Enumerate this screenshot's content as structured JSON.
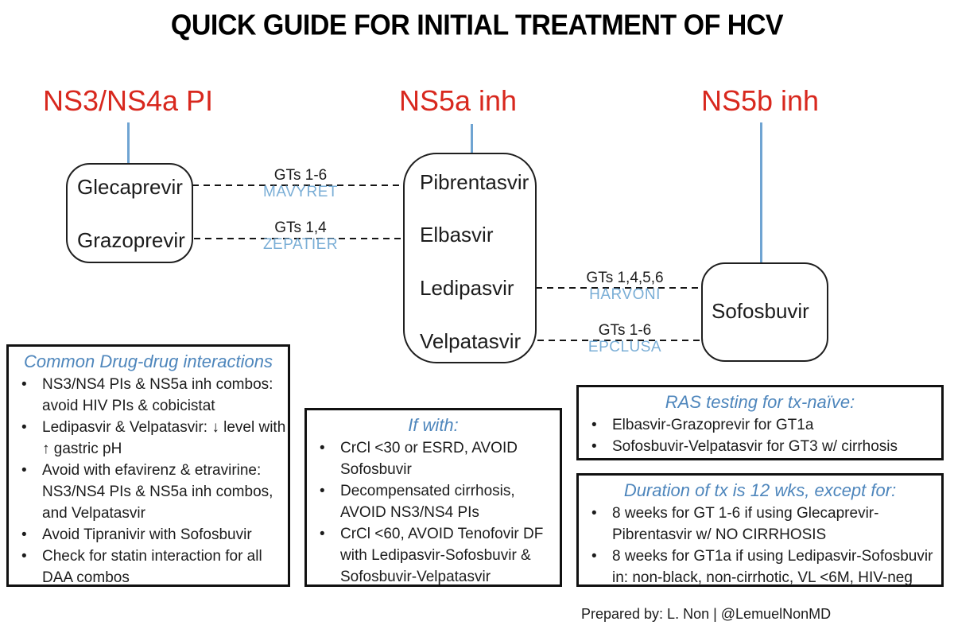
{
  "title": "QUICK GUIDE FOR INITIAL TREATMENT OF HCV",
  "colors": {
    "class_header_red": "#d8281e",
    "section_title_blue": "#4e86bc",
    "brand_name_blue": "#7aaed6",
    "stem_line_blue": "#6fa4d2"
  },
  "drug_classes": [
    {
      "header": "NS3/NS4a PI",
      "drugs": [
        "Glecaprevir",
        "Grazoprevir"
      ]
    },
    {
      "header": "NS5a inh",
      "drugs": [
        "Pibrentasvir",
        "Elbasvir",
        "Ledipasvir",
        "Velpatasvir"
      ]
    },
    {
      "header": "NS5b inh",
      "drugs": [
        "Sofosbuvir"
      ]
    }
  ],
  "combinations": [
    {
      "from": "Glecaprevir",
      "to": "Pibrentasvir",
      "genotypes": "GTs 1-6",
      "brand": "MAVYRET"
    },
    {
      "from": "Grazoprevir",
      "to": "Elbasvir",
      "genotypes": "GTs 1,4",
      "brand": "ZEPATIER"
    },
    {
      "from": "Ledipasvir",
      "to": "Sofosbuvir",
      "genotypes": "GTs 1,4,5,6",
      "brand": "HARVONI"
    },
    {
      "from": "Velpatasvir",
      "to": "Sofosbuvir",
      "genotypes": "GTs 1-6",
      "brand": "EPCLUSA"
    }
  ],
  "boxes": {
    "interactions": {
      "title": "Common Drug-drug interactions",
      "bullets": [
        "NS3/NS4 PIs & NS5a inh combos: avoid HIV PIs & cobicistat",
        "Ledipasvir & Velpatasvir: ↓ level with ↑ gastric pH",
        "Avoid with efavirenz & etravirine: NS3/NS4 PIs & NS5a inh combos, and Velpatasvir",
        "Avoid Tipranivir with Sofosbuvir",
        "Check for statin interaction for all DAA combos"
      ]
    },
    "if_with": {
      "title": "If with:",
      "bullets": [
        "CrCl <30 or ESRD, AVOID Sofosbuvir",
        "Decompensated cirrhosis, AVOID NS3/NS4 PIs",
        "CrCl <60, AVOID Tenofovir DF with Ledipasvir-Sofosbuvir & Sofosbuvir-Velpatasvir"
      ]
    },
    "ras": {
      "title": "RAS testing for tx-naïve:",
      "bullets": [
        "Elbasvir-Grazoprevir for GT1a",
        "Sofosbuvir-Velpatasvir for GT3 w/ cirrhosis"
      ]
    },
    "duration": {
      "title": "Duration of tx is 12 wks, except for:",
      "bullets": [
        "8 weeks for GT 1-6 if using Glecaprevir-Pibrentasvir w/ NO CIRRHOSIS",
        "8 weeks for GT1a if using Ledipasvir-Sofosbuvir in: non-black, non-cirrhotic, VL <6M, HIV-neg"
      ]
    }
  },
  "footer": "Prepared by: L. Non | @LemuelNonMD"
}
